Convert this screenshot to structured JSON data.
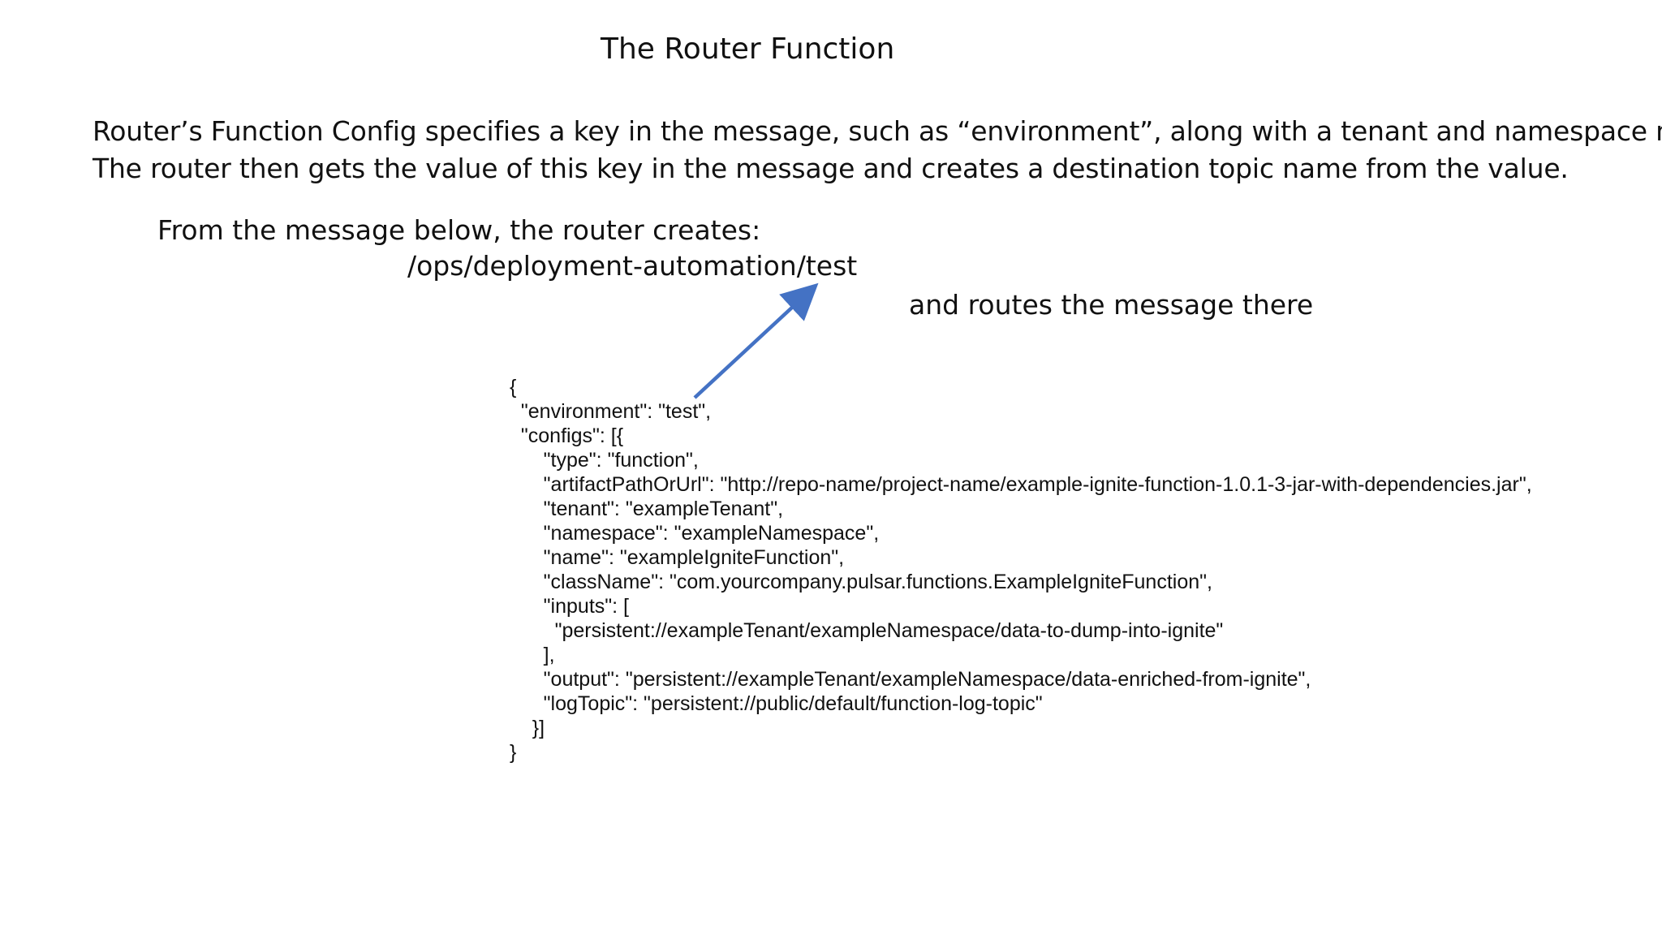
{
  "slide": {
    "title": "The Router Function",
    "paragraph_line_1": "Router’s Function Config specifies a key in the message, such as “environment”, along with a tenant and namespace name.",
    "paragraph_line_2": "The router then gets the value of this key in the message and creates a destination topic name from the value.",
    "from_message_text": "From the message below, the router creates:",
    "destination_topic": "/ops/deployment-automation/test",
    "routes_text": "and routes the message there",
    "arrow_color": "#4472c4",
    "code_lines": [
      "{",
      "  \"environment\": \"test\",",
      "  \"configs\": [{",
      "      \"type\": \"function\",",
      "      \"artifactPathOrUrl\": \"http://repo-name/project-name/example-ignite-function-1.0.1-3-jar-with-dependencies.jar\",",
      "      \"tenant\": \"exampleTenant\",",
      "      \"namespace\": \"exampleNamespace\",",
      "      \"name\": \"exampleIgniteFunction\",",
      "      \"className\": \"com.yourcompany.pulsar.functions.ExampleIgniteFunction\",",
      "      \"inputs\": [",
      "        \"persistent://exampleTenant/exampleNamespace/data-to-dump-into-ignite\"",
      "      ],",
      "      \"output\": \"persistent://exampleTenant/exampleNamespace/data-enriched-from-ignite\",",
      "      \"logTopic\": \"persistent://public/default/function-log-topic\"",
      "    }]",
      "}"
    ]
  }
}
